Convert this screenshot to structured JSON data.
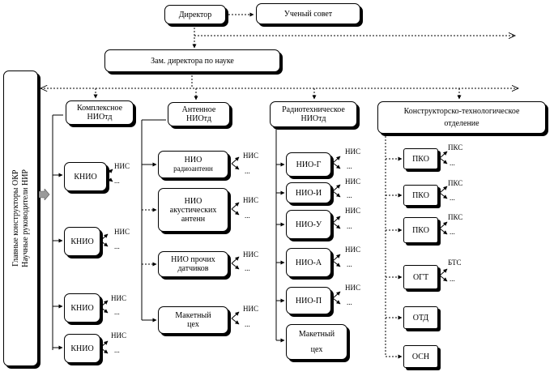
{
  "top": {
    "director": "Директор",
    "council": "Ученый совет",
    "deputy": "Зам. директора по науке"
  },
  "divisions": {
    "complex": [
      "Комплексное",
      "НИОтд"
    ],
    "antenna": [
      "Антенное",
      "НИОтд"
    ],
    "radio": [
      "Радиотехническое",
      "НИОтд"
    ],
    "design": [
      "Конструкторско-технологическое",
      "отделение"
    ]
  },
  "side_box": [
    "Главные конструкторы ОКР",
    "Научные руководители НИР"
  ],
  "complex_units": {
    "name": "КНИО",
    "tags": [
      "НИС",
      "НИС",
      "НИС",
      "НИС"
    ],
    "dots": "..."
  },
  "antenna_units": [
    {
      "lines": [
        "НИО",
        "радиоантенн"
      ],
      "tag": "НИС"
    },
    {
      "lines": [
        "НИО",
        "акустических",
        "антенн"
      ],
      "tag": "НИС"
    },
    {
      "lines": [
        "НИО прочих",
        "датчиков"
      ],
      "tag": "НИС"
    },
    {
      "lines": [
        "Макетный",
        "цех"
      ],
      "tag": "НИС"
    }
  ],
  "radio_units": [
    {
      "name": "НИО-Г",
      "tag": "НИС"
    },
    {
      "name": "НИО-И",
      "tag": "НИС"
    },
    {
      "name": "НИО-У",
      "tag": "НИС"
    },
    {
      "name": "НИО-А",
      "tag": "НИС"
    },
    {
      "name": "НИО-П",
      "tag": "НИС"
    },
    {
      "name": "Макетный цех",
      "lines": [
        "Макетный",
        "цех"
      ]
    }
  ],
  "design_units": [
    {
      "name": "ПКО",
      "tag": "ПКС"
    },
    {
      "name": "ПКО",
      "tag": "ПКС"
    },
    {
      "name": "ПКО",
      "tag": "ПКС"
    },
    {
      "name": "ОГТ",
      "tag": "БТС"
    },
    {
      "name": "ОТД"
    },
    {
      "name": "ОСН"
    }
  ],
  "colors": {
    "line": "#000000",
    "shadow": "#000000",
    "arrow_fill": "#9a9a9a"
  }
}
